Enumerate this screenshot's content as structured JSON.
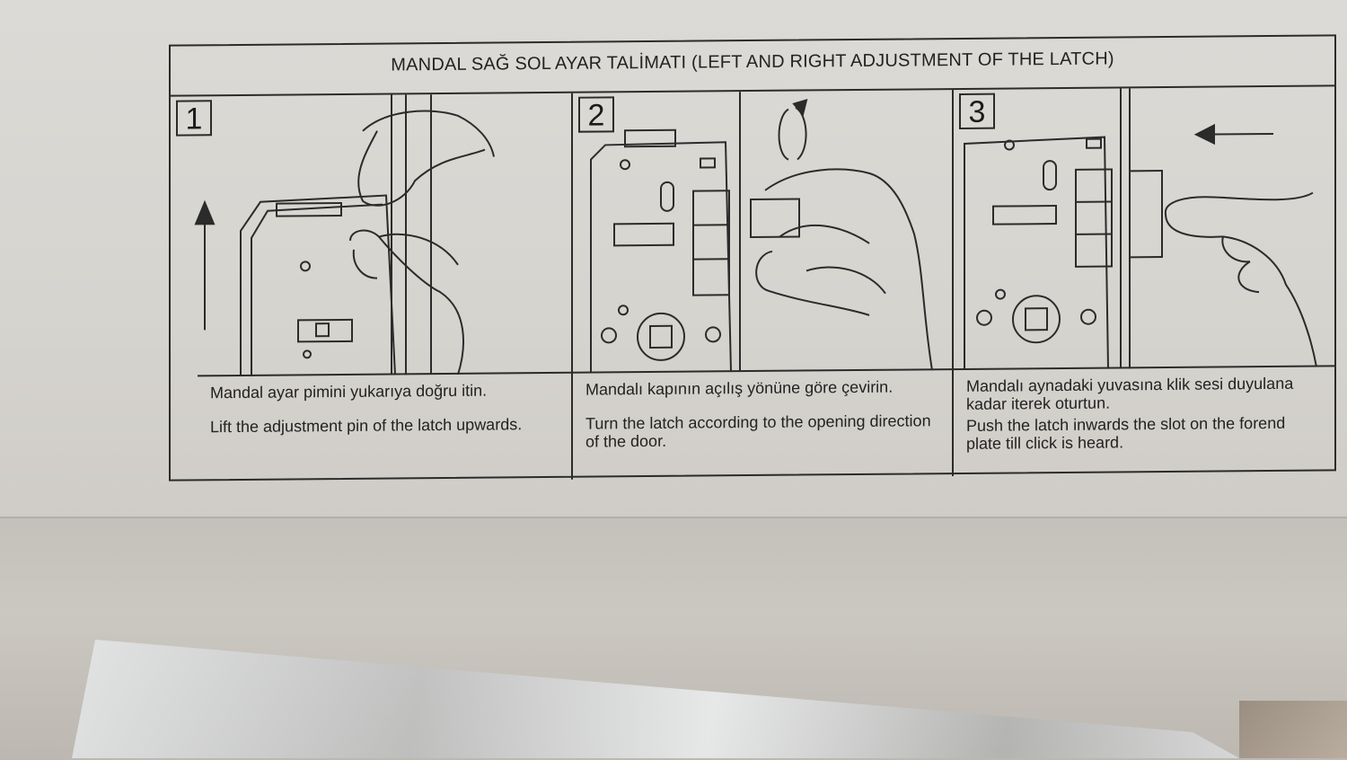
{
  "instruction_sheet": {
    "title": "MANDAL SAĞ SOL AYAR TALİMATI (LEFT AND RIGHT ADJUSTMENT OF THE LATCH)",
    "steps": [
      {
        "number": "1",
        "turkish": "Mandal ayar pimini yukarıya doğru itin.",
        "english": "Lift the adjustment pin of the latch upwards."
      },
      {
        "number": "2",
        "turkish": "Mandalı kapının açılış yönüne göre çevirin.",
        "english": "Turn the latch according to the opening direction of the door."
      },
      {
        "number": "3",
        "turkish": "Mandalı aynadaki yuvasına klik sesi duyulana kadar iterek oturtun.",
        "english": "Push the latch inwards the slot on the forend plate till click is heard."
      }
    ]
  },
  "colors": {
    "paper": "#dcdad6",
    "ink": "#2b2b2b",
    "cardboard": "#c9c5c0"
  }
}
